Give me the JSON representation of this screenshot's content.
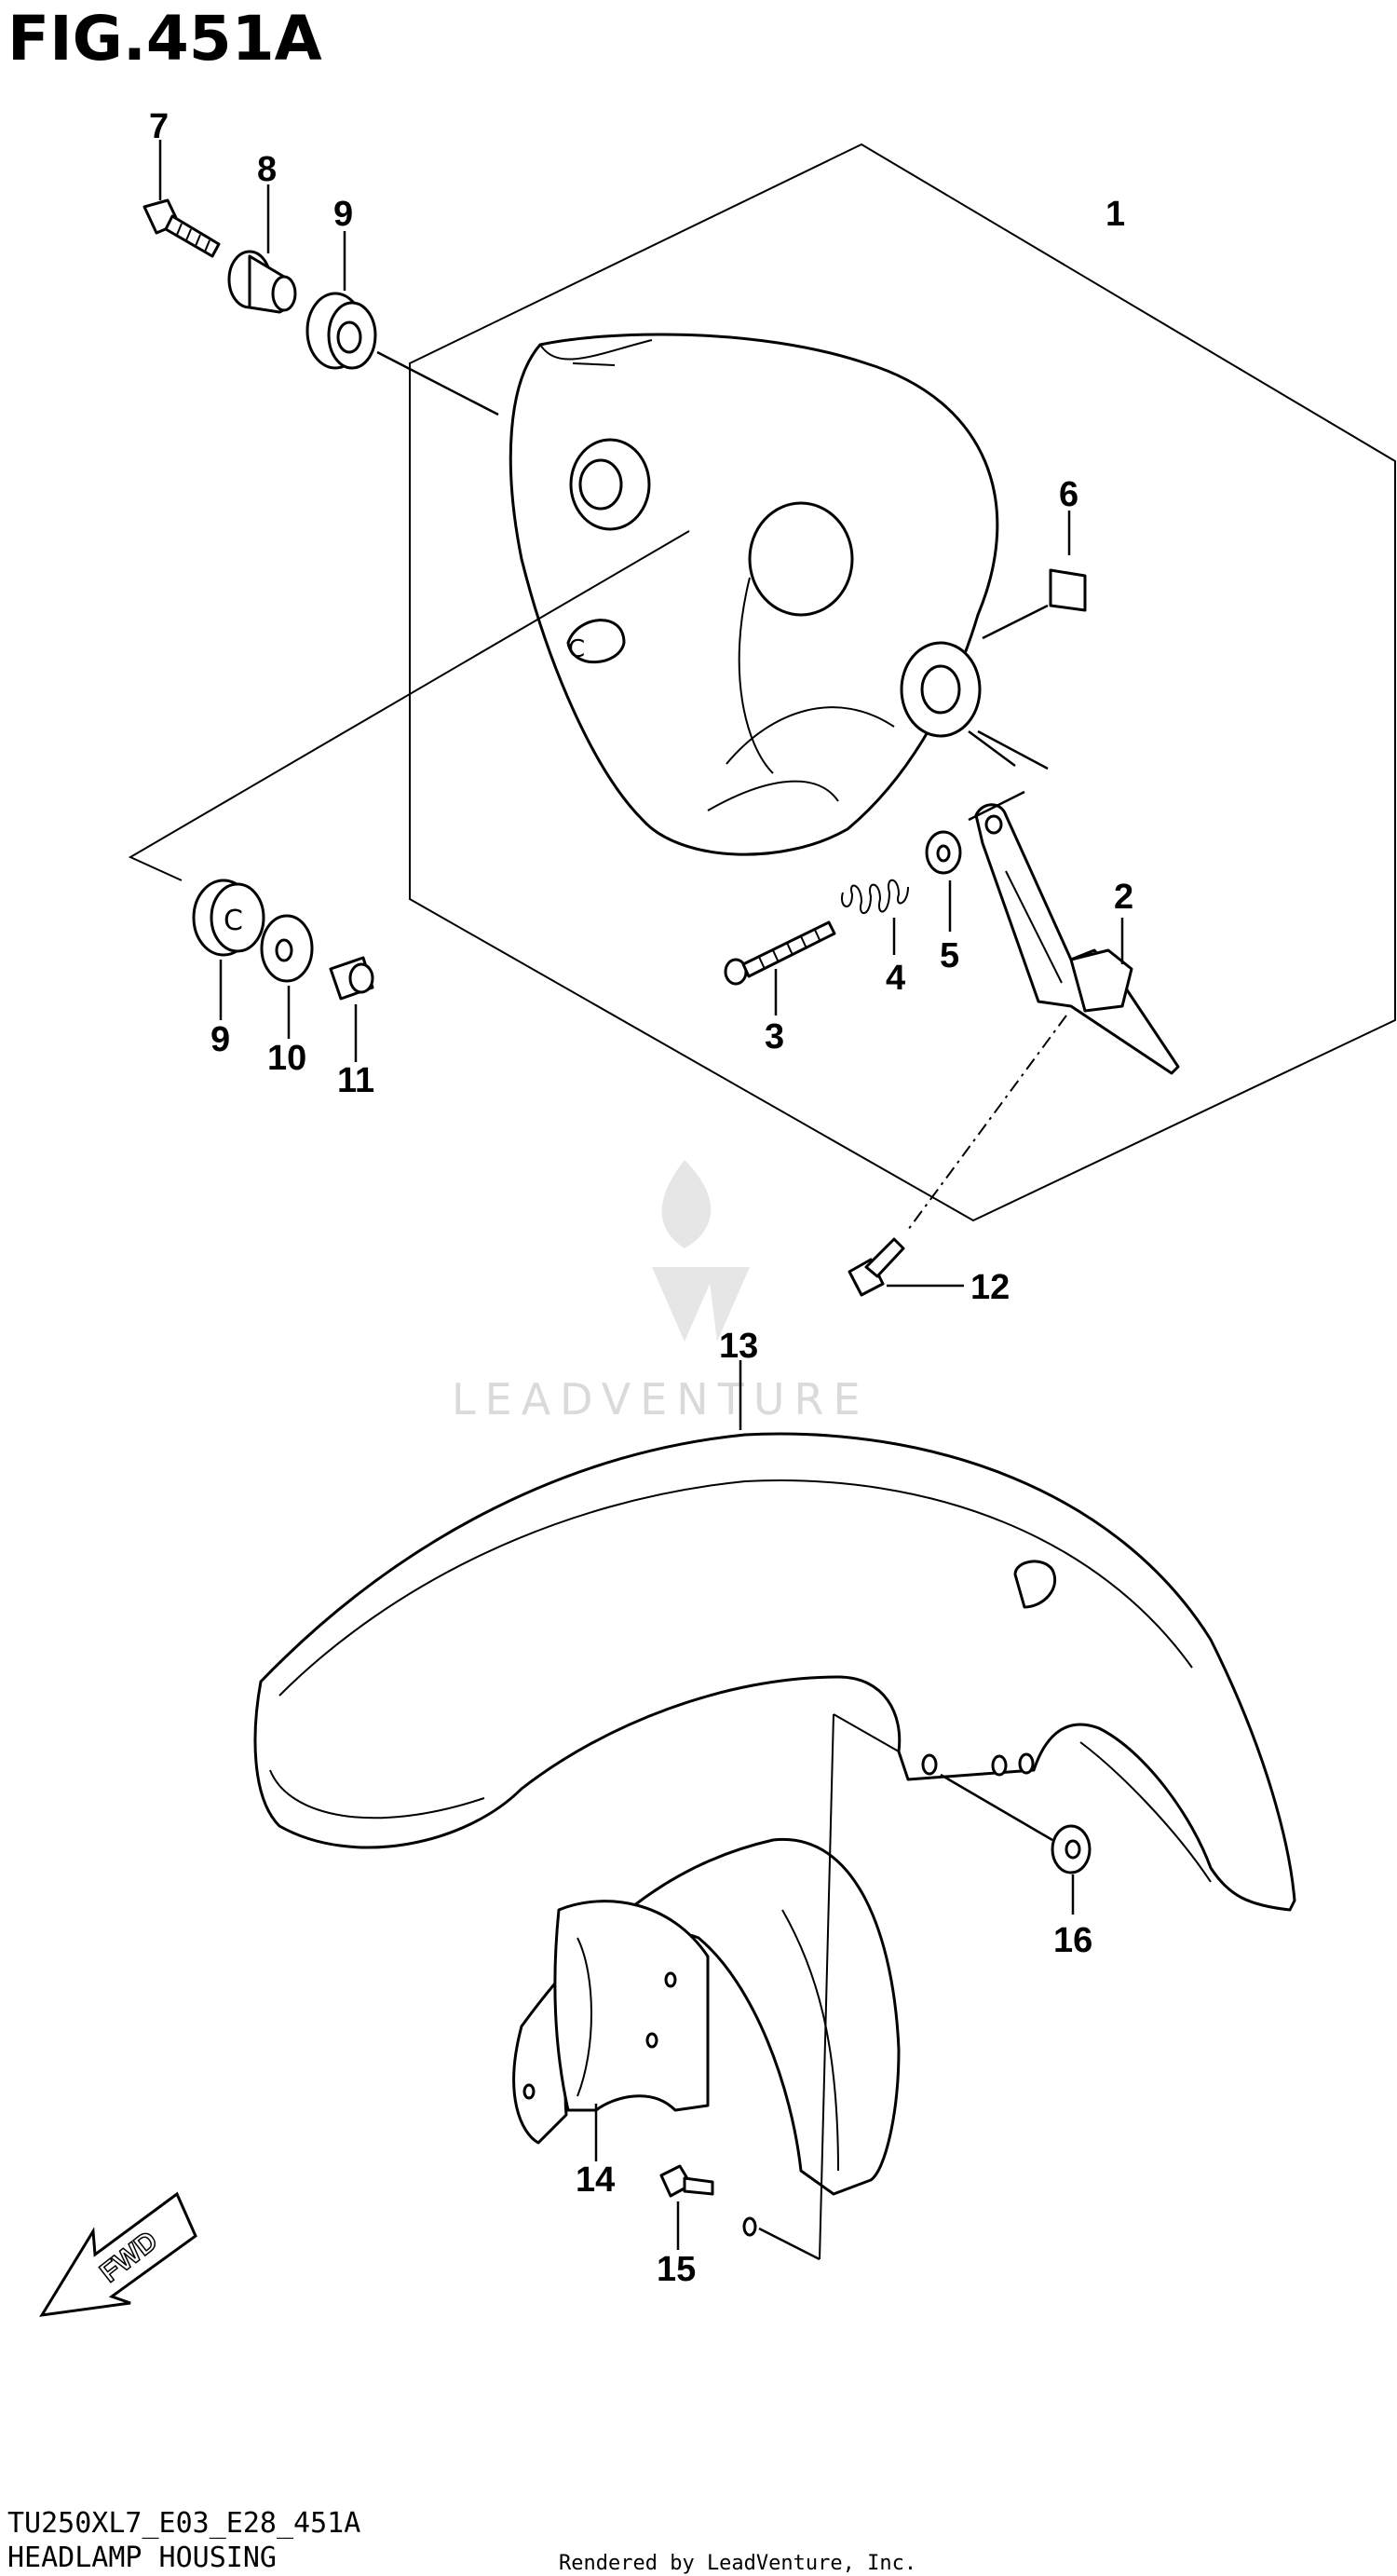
{
  "figure": {
    "title": "FIG.451A",
    "model_code": "TU250XL7_E03_E28_451A",
    "diagram_name": "HEADLAMP HOUSING",
    "credit": "Rendered by LeadVenture, Inc.",
    "watermark": "LEADVENTURE",
    "fwd_label": "FWD"
  },
  "callouts": {
    "c1": "1",
    "c2": "2",
    "c3": "3",
    "c4": "4",
    "c5": "5",
    "c6": "6",
    "c7": "7",
    "c8": "8",
    "c9a": "9",
    "c9b": "9",
    "c10": "10",
    "c11": "11",
    "c12": "12",
    "c13": "13",
    "c14": "14",
    "c15": "15",
    "c16": "16"
  },
  "colors": {
    "line": "#000000",
    "background": "#ffffff",
    "watermark": "#dadada"
  }
}
